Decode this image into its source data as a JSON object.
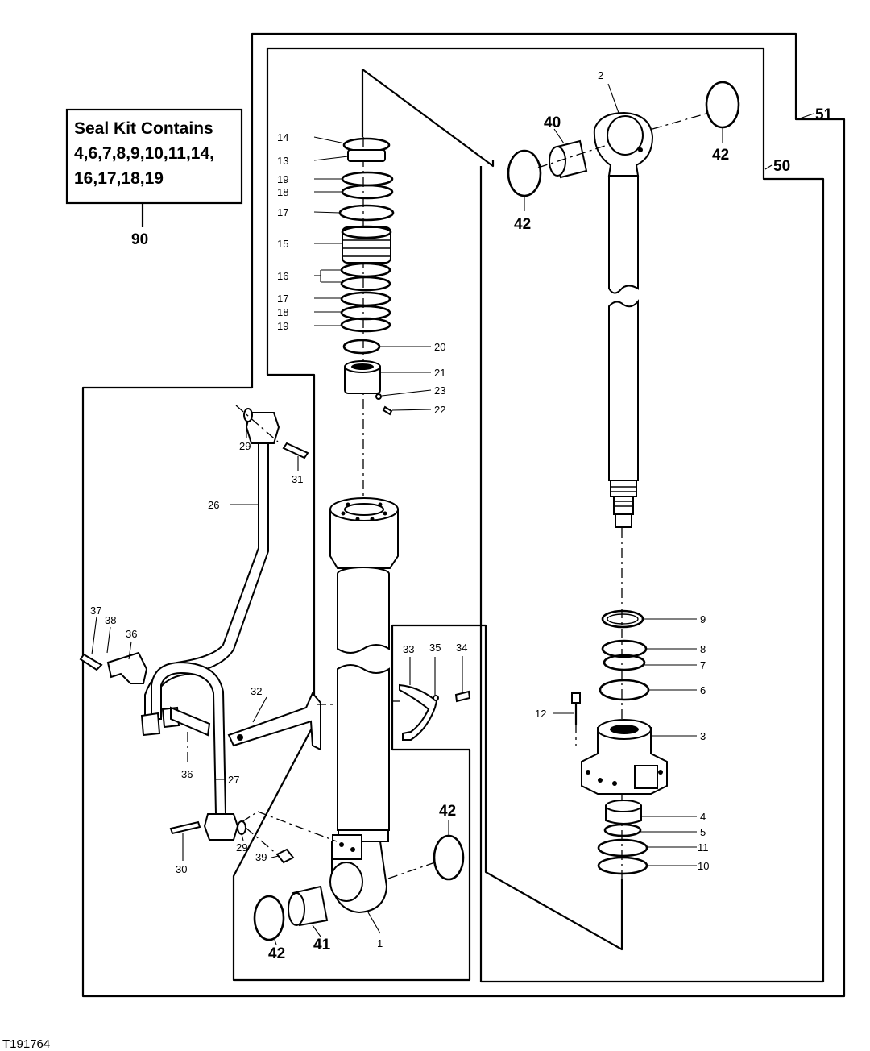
{
  "seal_kit": {
    "line1": "Seal Kit Contains",
    "line2": "4,6,7,8,9,10,11,14,",
    "line3": "16,17,18,19",
    "number": "90"
  },
  "group_labels": {
    "outer": "51",
    "inner": "50"
  },
  "figure_ref": "T191764",
  "callouts": {
    "p1": "1",
    "p2": "2",
    "p3": "3",
    "p4": "4",
    "p5": "5",
    "p6": "6",
    "p7": "7",
    "p8": "8",
    "p9": "9",
    "p10": "10",
    "p11": "11",
    "p12": "12",
    "p13": "13",
    "p14": "14",
    "p15": "15",
    "p16": "16",
    "p17": "17",
    "p18": "18",
    "p19": "19",
    "p20": "20",
    "p21": "21",
    "p22": "22",
    "p23": "23",
    "p26": "26",
    "p27": "27",
    "p29": "29",
    "p30": "30",
    "p31": "31",
    "p32": "32",
    "p33": "33",
    "p34": "34",
    "p35": "35",
    "p36": "36",
    "p37": "37",
    "p38": "38",
    "p39": "39",
    "p40": "40",
    "p41": "41",
    "p42": "42"
  }
}
